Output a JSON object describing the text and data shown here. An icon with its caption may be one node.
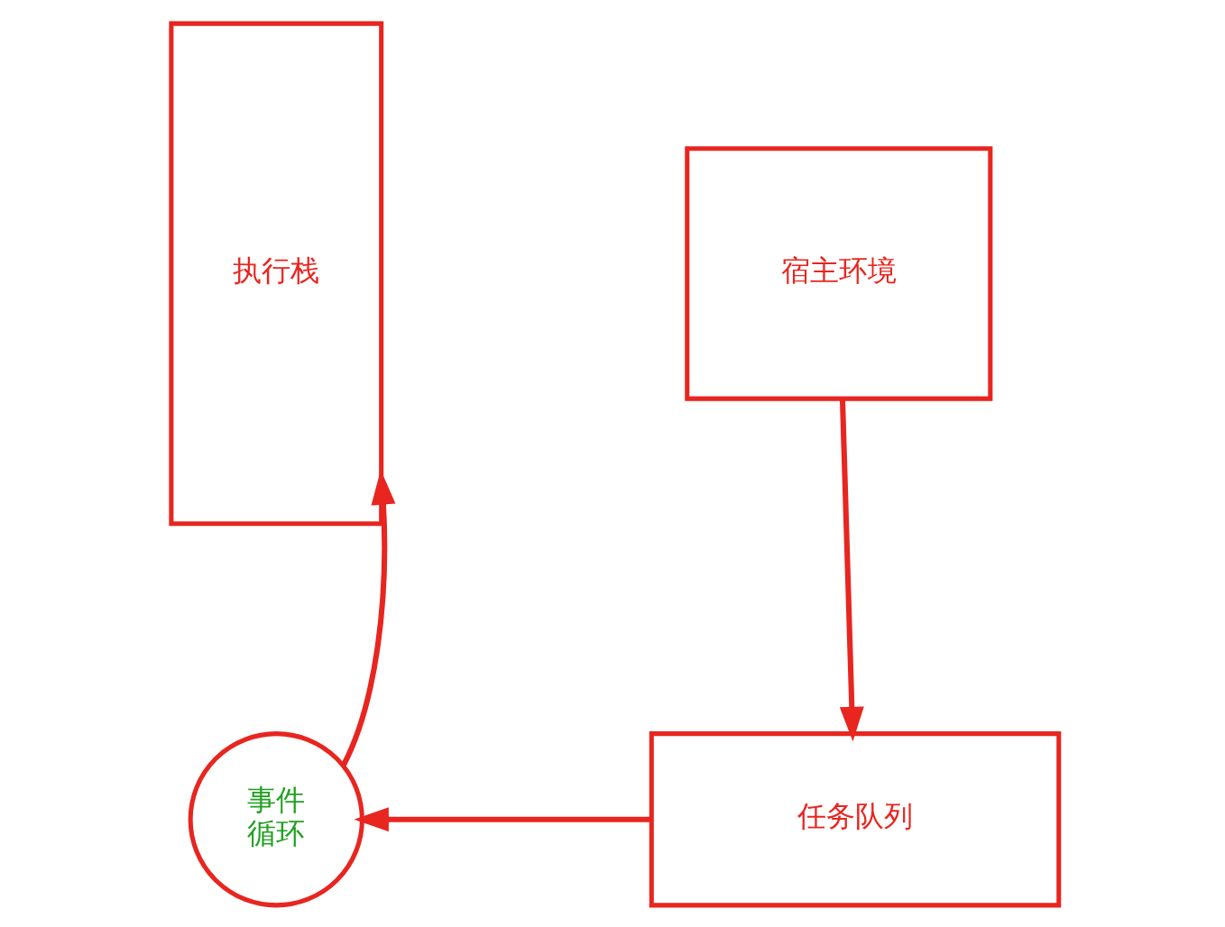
{
  "diagram": {
    "nodes": [
      {
        "text": [
          "执行栈"
        ]
      },
      {
        "text": [
          "宿主环境"
        ]
      },
      {
        "text": [
          "任务队列"
        ]
      },
      {
        "text": [
          "事件循环"
        ]
      }
    ],
    "edges": [
      {
        "from": 1,
        "to": 2,
        "arrow": "to"
      },
      {
        "from": 2,
        "to": 3,
        "arrow": "to"
      },
      {
        "from": 3,
        "to": 0,
        "arrow": "to"
      }
    ]
  }
}
